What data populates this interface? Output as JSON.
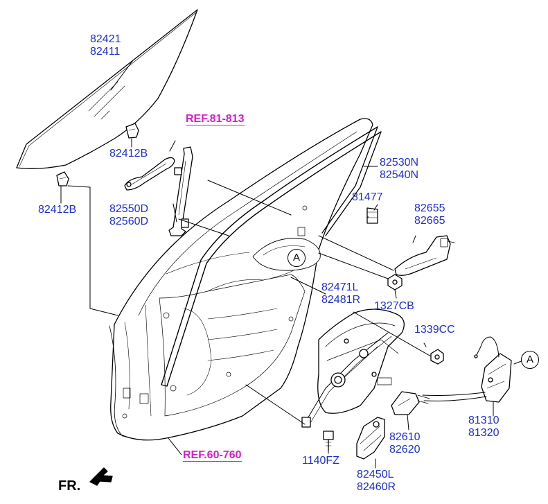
{
  "parts": {
    "glass": [
      "82421",
      "82411"
    ],
    "glass_holder_upper": "82412B",
    "glass_holder_lower": "82412B",
    "channel_run": [
      "82530N",
      "82540N"
    ],
    "outside_handle_ref": "REF.81-813",
    "handle_base": [
      "82550D",
      "82560D"
    ],
    "bolt_81477": "81477",
    "inside_handle": [
      "82655",
      "82665"
    ],
    "nut_1327": "1327CB",
    "regulator": [
      "82471L",
      "82481R"
    ],
    "nut_1339": "1339CC",
    "latch": [
      "81310",
      "81320"
    ],
    "switch": [
      "82610",
      "82620"
    ],
    "bolt_1140": "1140FZ",
    "motor": [
      "82450L",
      "82460R"
    ],
    "door_ref": "REF.60-760"
  },
  "markers": {
    "a1": "A",
    "a2": "A"
  },
  "direction": "FR.",
  "colors": {
    "label": "#1f2fcf",
    "reference": "#d21fc8",
    "line": "#000000"
  }
}
